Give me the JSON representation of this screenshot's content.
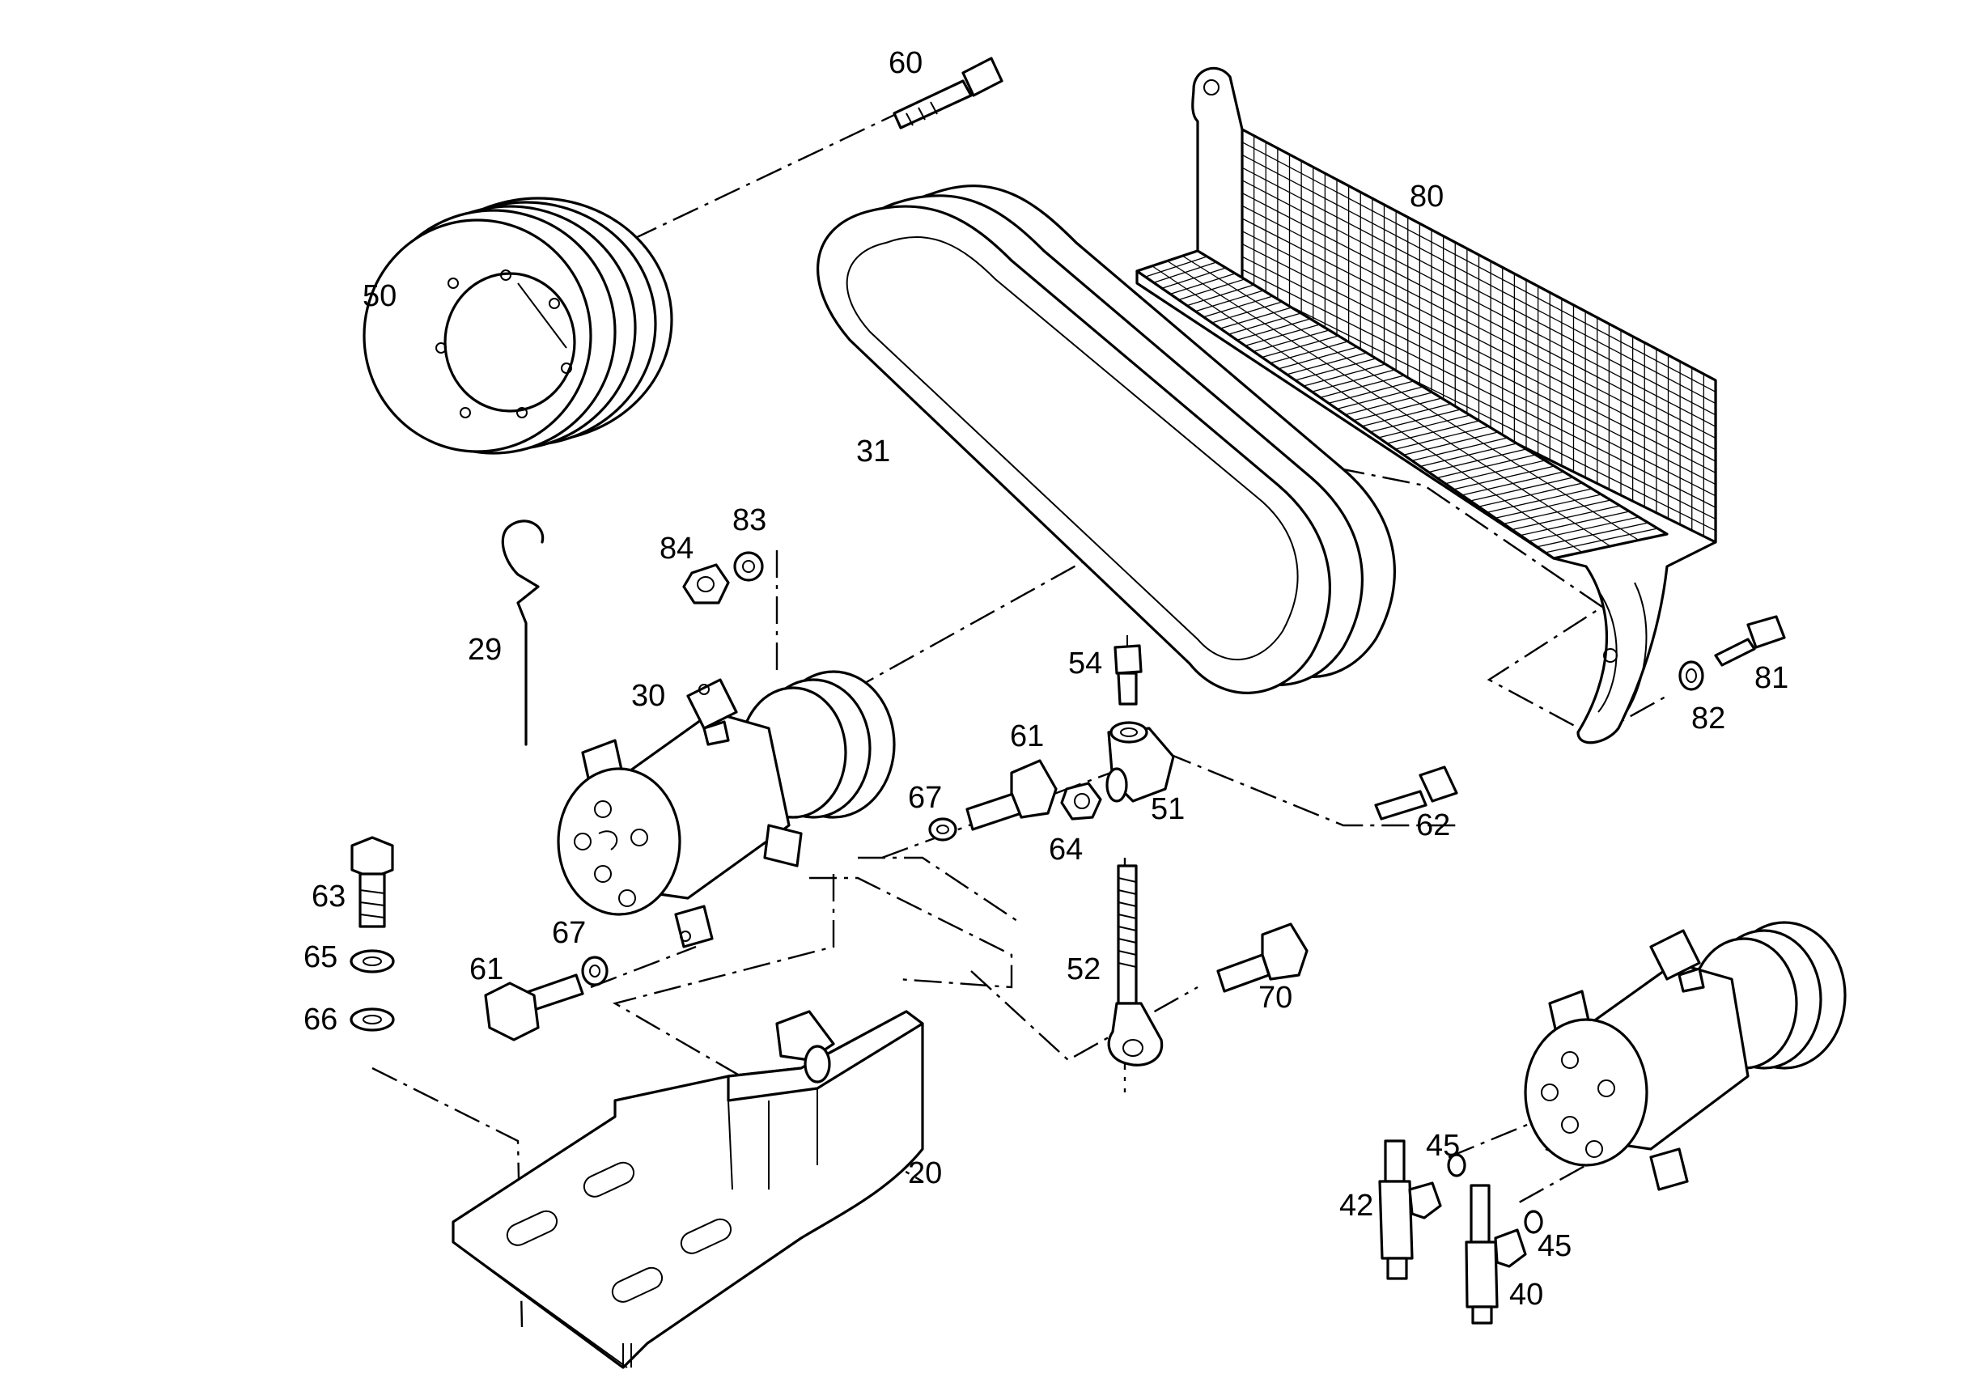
{
  "diagram": {
    "part_labels": {
      "p60": "60",
      "p80": "80",
      "p50": "50",
      "p31": "31",
      "p29": "29",
      "p84": "84",
      "p83": "83",
      "p30": "30",
      "p54": "54",
      "p61a": "61",
      "p81": "81",
      "p82": "82",
      "p67a": "67",
      "p64": "64",
      "p51": "51",
      "p62": "62",
      "p63": "63",
      "p65": "65",
      "p66": "66",
      "p67b": "67",
      "p61b": "61",
      "p52": "52",
      "p70": "70",
      "p20": "20",
      "p45a": "45",
      "p42": "42",
      "p45b": "45",
      "p40": "40"
    }
  }
}
